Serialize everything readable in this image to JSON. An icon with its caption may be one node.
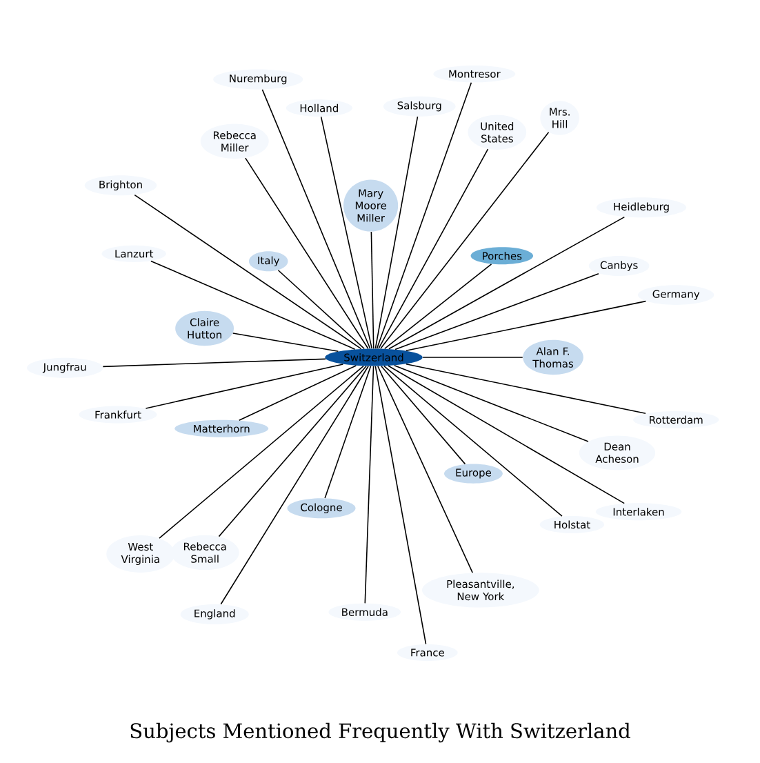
{
  "diagram": {
    "title": "Subjects Mentioned Frequently With Switzerland",
    "nodes": [
      {
        "text": [
          "Holland"
        ]
      },
      {
        "text": [
          "Nuremburg"
        ]
      },
      {
        "text": [
          "Salsburg"
        ]
      },
      {
        "text": [
          "Montresor"
        ]
      },
      {
        "text": [
          "Rebecca Miller"
        ]
      },
      {
        "text": [
          "Brighton"
        ]
      },
      {
        "text": [
          "United States"
        ]
      },
      {
        "text": [
          "Mrs. Hill"
        ]
      },
      {
        "text": [
          "Mary Moore Miller"
        ]
      },
      {
        "text": [
          "Heidleburg"
        ]
      },
      {
        "text": [
          "Lanzurt"
        ]
      },
      {
        "text": [
          "Italy"
        ]
      },
      {
        "text": [
          "Porches"
        ]
      },
      {
        "text": [
          "Jungfrau"
        ]
      },
      {
        "text": [
          "Canbys"
        ]
      },
      {
        "text": [
          "Claire Hutton"
        ]
      },
      {
        "text": [
          "Switzerland"
        ]
      },
      {
        "text": [
          "Germany"
        ]
      },
      {
        "text": [
          "Alan F. Thomas"
        ]
      },
      {
        "text": [
          "Frankfurt"
        ]
      },
      {
        "text": [
          "Matterhorn"
        ]
      },
      {
        "text": [
          "Rotterdam"
        ]
      },
      {
        "text": [
          "West Virginia"
        ]
      },
      {
        "text": [
          "Europe"
        ]
      },
      {
        "text": [
          "Cologne"
        ]
      },
      {
        "text": [
          "Dean Acheson"
        ]
      },
      {
        "text": [
          "Rebecca Small"
        ]
      },
      {
        "text": [
          "Interlaken"
        ]
      },
      {
        "text": [
          "England"
        ]
      },
      {
        "text": [
          "Holstat"
        ]
      },
      {
        "text": [
          "Bermuda"
        ]
      },
      {
        "text": [
          "France"
        ]
      },
      {
        "text": [
          "Pleasantville, New York"
        ]
      }
    ],
    "edges": [
      {
        "from": 16,
        "to": 0,
        "arrow": "none"
      },
      {
        "from": 16,
        "to": 1,
        "arrow": "none"
      },
      {
        "from": 16,
        "to": 2,
        "arrow": "none"
      },
      {
        "from": 16,
        "to": 3,
        "arrow": "none"
      },
      {
        "from": 16,
        "to": 4,
        "arrow": "none"
      },
      {
        "from": 16,
        "to": 5,
        "arrow": "none"
      },
      {
        "from": 16,
        "to": 6,
        "arrow": "none"
      },
      {
        "from": 16,
        "to": 7,
        "arrow": "none"
      },
      {
        "from": 16,
        "to": 8,
        "arrow": "none"
      },
      {
        "from": 16,
        "to": 9,
        "arrow": "none"
      },
      {
        "from": 16,
        "to": 10,
        "arrow": "none"
      },
      {
        "from": 16,
        "to": 11,
        "arrow": "none"
      },
      {
        "from": 16,
        "to": 12,
        "arrow": "none"
      },
      {
        "from": 16,
        "to": 13,
        "arrow": "none"
      },
      {
        "from": 16,
        "to": 14,
        "arrow": "none"
      },
      {
        "from": 16,
        "to": 15,
        "arrow": "none"
      },
      {
        "from": 16,
        "to": 17,
        "arrow": "none"
      },
      {
        "from": 16,
        "to": 18,
        "arrow": "none"
      },
      {
        "from": 16,
        "to": 19,
        "arrow": "none"
      },
      {
        "from": 16,
        "to": 20,
        "arrow": "none"
      },
      {
        "from": 16,
        "to": 21,
        "arrow": "none"
      },
      {
        "from": 16,
        "to": 22,
        "arrow": "none"
      },
      {
        "from": 16,
        "to": 23,
        "arrow": "none"
      },
      {
        "from": 16,
        "to": 24,
        "arrow": "none"
      },
      {
        "from": 16,
        "to": 25,
        "arrow": "none"
      },
      {
        "from": 16,
        "to": 26,
        "arrow": "none"
      },
      {
        "from": 16,
        "to": 27,
        "arrow": "none"
      },
      {
        "from": 16,
        "to": 28,
        "arrow": "none"
      },
      {
        "from": 16,
        "to": 29,
        "arrow": "none"
      },
      {
        "from": 16,
        "to": 30,
        "arrow": "none"
      },
      {
        "from": 16,
        "to": 31,
        "arrow": "none"
      },
      {
        "from": 16,
        "to": 32,
        "arrow": "none"
      }
    ]
  }
}
